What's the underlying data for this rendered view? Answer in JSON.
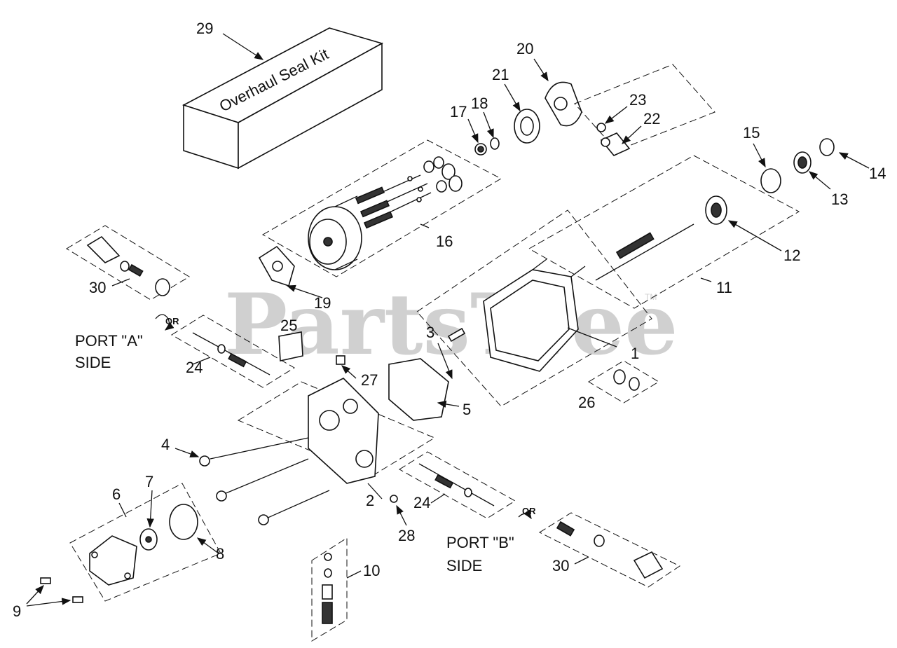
{
  "watermark": "PartsTree",
  "watermark_tm": "TM",
  "kit_label": "Overhaul Seal Kit",
  "port_a": {
    "line1": "PORT \"A\"",
    "line2": "SIDE",
    "or": "OR"
  },
  "port_b": {
    "line1": "PORT \"B\"",
    "line2": "SIDE",
    "or": "OR"
  },
  "callouts": {
    "c1": "1",
    "c2": "2",
    "c3": "3",
    "c4": "4",
    "c5": "5",
    "c6": "6",
    "c7": "7",
    "c8": "8",
    "c9": "9",
    "c10": "10",
    "c11": "11",
    "c12": "12",
    "c13": "13",
    "c14": "14",
    "c15": "15",
    "c16": "16",
    "c17": "17",
    "c18": "18",
    "c19": "19",
    "c20": "20",
    "c21": "21",
    "c22": "22",
    "c23": "23",
    "c24a": "24",
    "c24b": "24",
    "c25": "25",
    "c26": "26",
    "c27": "27",
    "c28": "28",
    "c29": "29",
    "c30a": "30",
    "c30b": "30"
  }
}
